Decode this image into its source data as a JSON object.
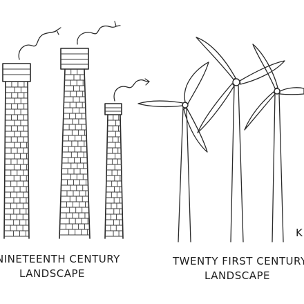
{
  "captions": {
    "left_line1": "NINETEENTH CENTURY",
    "left_line2": "LANDSCAPE",
    "right_line1": "TWENTY FIRST CENTURY",
    "right_line2": "LANDSCAPE",
    "signature": "K"
  },
  "colors": {
    "ink": "#2a2a2a",
    "paper": "#ffffff"
  }
}
